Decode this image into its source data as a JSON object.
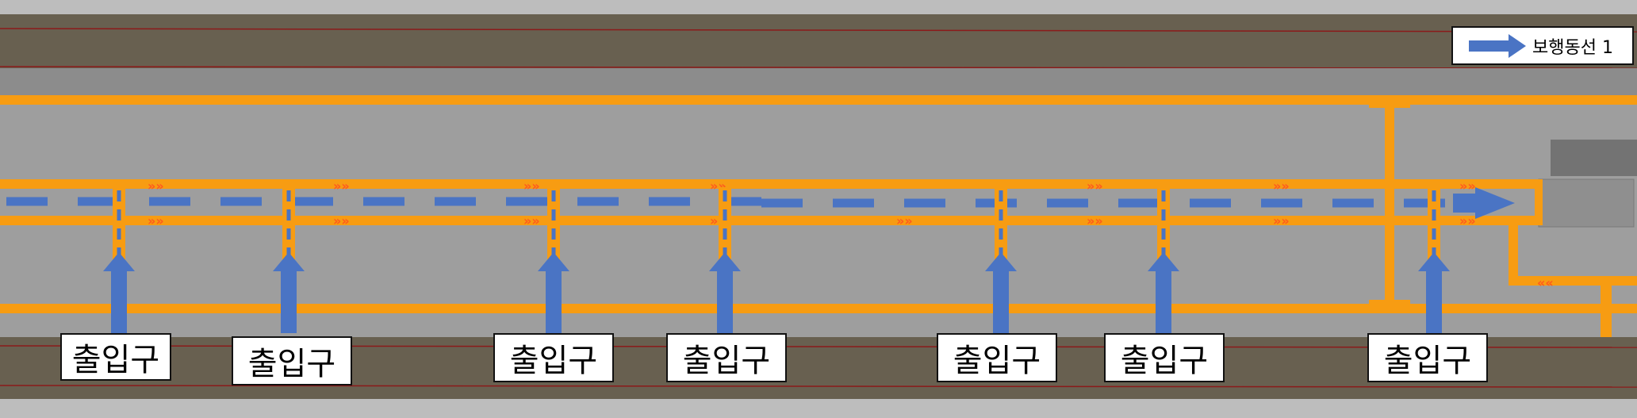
{
  "legend": {
    "label": "보행동선 1",
    "icon": "blue-arrow-icon"
  },
  "entrances": [
    {
      "label": "출입구"
    },
    {
      "label": "출입구"
    },
    {
      "label": "출입구"
    },
    {
      "label": "출입구"
    },
    {
      "label": "출입구"
    },
    {
      "label": "출입구"
    },
    {
      "label": "출입구"
    }
  ],
  "colors": {
    "road": "#686050",
    "roadLine": "#8b1a1a",
    "sidewalk": "#9e9e9e",
    "edgeStrip": "#bdbdbd",
    "median": "#8c8c8c",
    "orange": "#f79c12",
    "blue": "#4a74c4",
    "chevron": "#ff5a1f",
    "block": "#737373",
    "block2": "#8f8f8f"
  }
}
